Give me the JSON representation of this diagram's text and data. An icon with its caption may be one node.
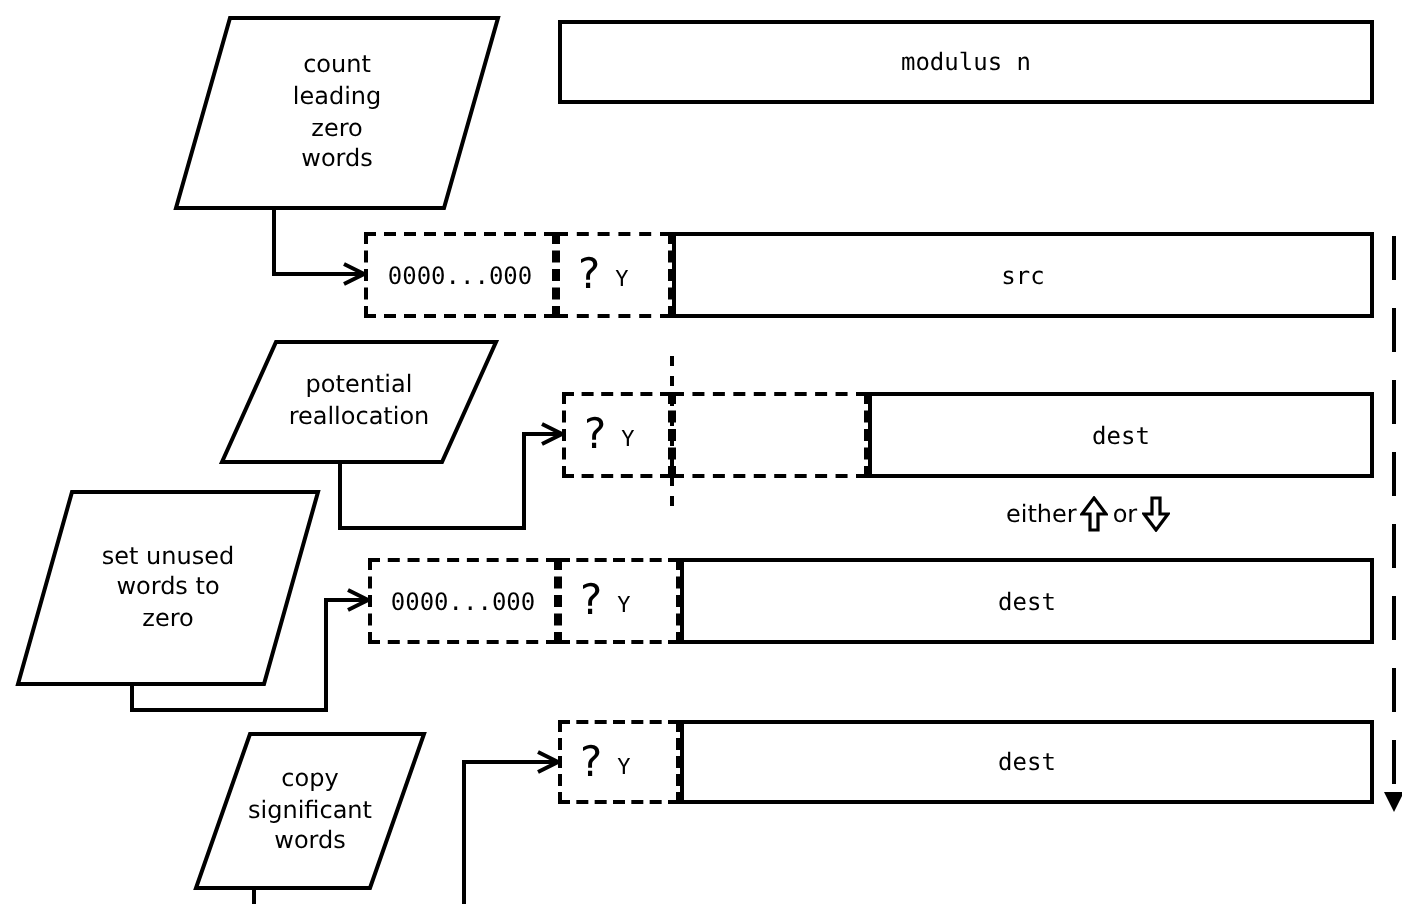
{
  "diagram": {
    "nodes": [
      {
        "text": [
          "count leading zero words"
        ]
      },
      {
        "text": [
          "modulus n"
        ]
      },
      {
        "text": [
          "0000...000"
        ]
      },
      {
        "text": [
          "?",
          "Y"
        ]
      },
      {
        "text": [
          "src"
        ]
      },
      {
        "text": [
          "potential reallocation"
        ]
      },
      {
        "text": [
          "?",
          "Y"
        ]
      },
      {
        "text": [],
        "shape": "box"
      },
      {
        "text": [
          "dest"
        ]
      },
      {
        "text": [
          "set unused words to zero"
        ]
      },
      {
        "text": [
          "0000...000"
        ]
      },
      {
        "text": [
          "?",
          "Y"
        ]
      },
      {
        "text": [
          "dest"
        ]
      },
      {
        "text": [
          "copy significant words"
        ]
      },
      {
        "text": [
          "?",
          "Y"
        ]
      },
      {
        "text": [
          "dest"
        ]
      }
    ],
    "edges": [
      {
        "from": 0,
        "to": 2,
        "arrow": "to"
      },
      {
        "from": 5,
        "to": 6,
        "arrow": "to"
      },
      {
        "from": 9,
        "to": 10,
        "arrow": "to"
      },
      {
        "from": 13,
        "to": 14,
        "arrow": "to"
      }
    ],
    "labels": [
      "either",
      "or"
    ]
  }
}
